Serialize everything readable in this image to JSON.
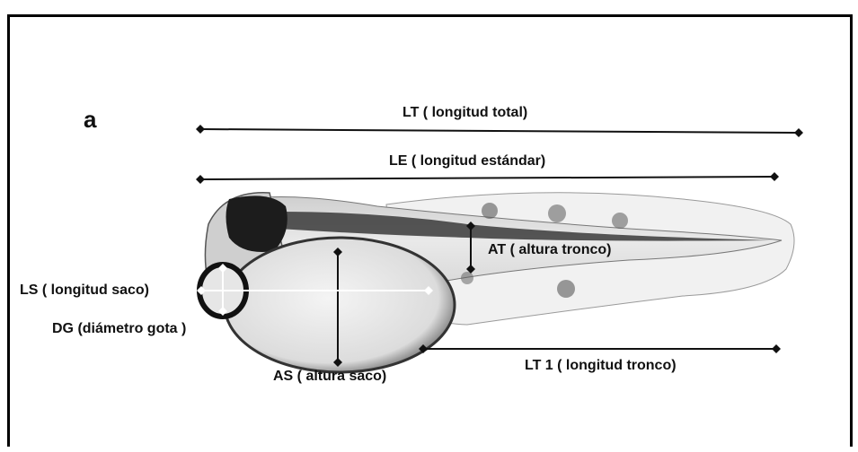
{
  "panel_label": "a",
  "measurements": {
    "lt": "LT ( longitud total)",
    "le": "LE ( longitud estándar)",
    "at": "AT ( altura tronco)",
    "ls": "LS ( longitud saco)",
    "dg": "DG (diámetro gota )",
    "as": "AS ( altura saco)",
    "lt1": "LT 1 ( longitud tronco)"
  },
  "colors": {
    "frame": "#000000",
    "line": "#111111",
    "highlight_line": "#ffffff"
  }
}
